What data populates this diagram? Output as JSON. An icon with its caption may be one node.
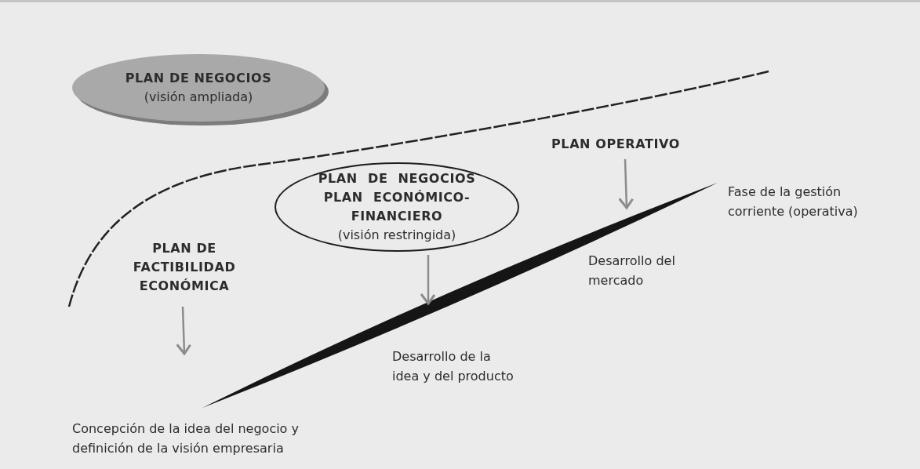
{
  "diagram": {
    "nodes": [
      {
        "text": [
          "PLAN DE NEGOCIOS",
          "(visión ampliada)"
        ]
      },
      {
        "text": [
          "PLAN DE NEGOCIOS PLAN ECONÓMICO-FINANCIERO",
          "(visión restringida)"
        ]
      },
      {
        "text": [
          "PLAN DE FACTIBILIDAD ECONÓMICA"
        ]
      },
      {
        "text": [
          "PLAN OPERATIVO"
        ]
      }
    ],
    "edges": [
      {
        "from": 2,
        "to": null,
        "arrow": "to"
      },
      {
        "from": 1,
        "to": null,
        "arrow": "to"
      },
      {
        "from": 3,
        "to": null,
        "arrow": "to"
      }
    ],
    "labels": [
      "Fase de la gestión corriente (operativa)",
      "Desarrollo del mercado",
      "Desarrollo de la idea y del producto",
      "Concepción de la idea del negocio y definición de la visión empresaria"
    ]
  }
}
